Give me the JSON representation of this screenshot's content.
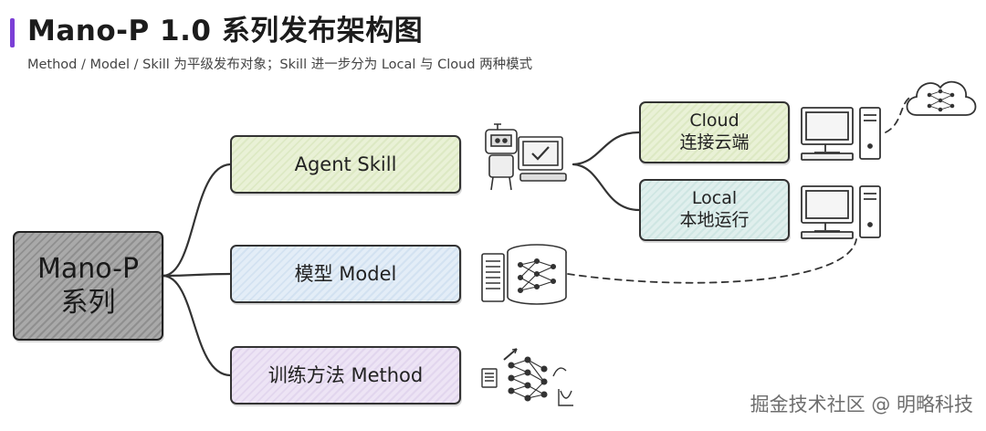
{
  "header": {
    "title": "Mano-P 1.0 系列发布架构图",
    "subtitle": "Method / Model / Skill 为平级发布对象；Skill 进一步分为 Local 与 Cloud 两种模式"
  },
  "nodes": {
    "root": {
      "line1": "Mano-P",
      "line2": "系列"
    },
    "agent_skill": {
      "label": "Agent Skill"
    },
    "model": {
      "label": "模型 Model"
    },
    "method": {
      "label": "训练方法 Method"
    },
    "cloud": {
      "line1": "Cloud",
      "line2": "连接云端"
    },
    "local": {
      "line1": "Local",
      "line2": "本地运行"
    }
  },
  "icons": {
    "robot": "robot-at-computer-icon",
    "server_brain": "server-neural-network-icon",
    "training": "training-neural-network-icon",
    "cloud_pc": "desktop-computer-icon",
    "local_pc": "desktop-computer-icon",
    "cloud": "cloud-neural-network-icon"
  },
  "colors": {
    "accent": "#7b3fd6",
    "agent_fill": "#e9f1d6",
    "model_fill": "#e3edf7",
    "method_fill": "#ede4f5",
    "local_fill": "#e0efed",
    "root_fill": "#a9a9a9"
  },
  "watermark": "掘金技术社区 @ 明略科技"
}
